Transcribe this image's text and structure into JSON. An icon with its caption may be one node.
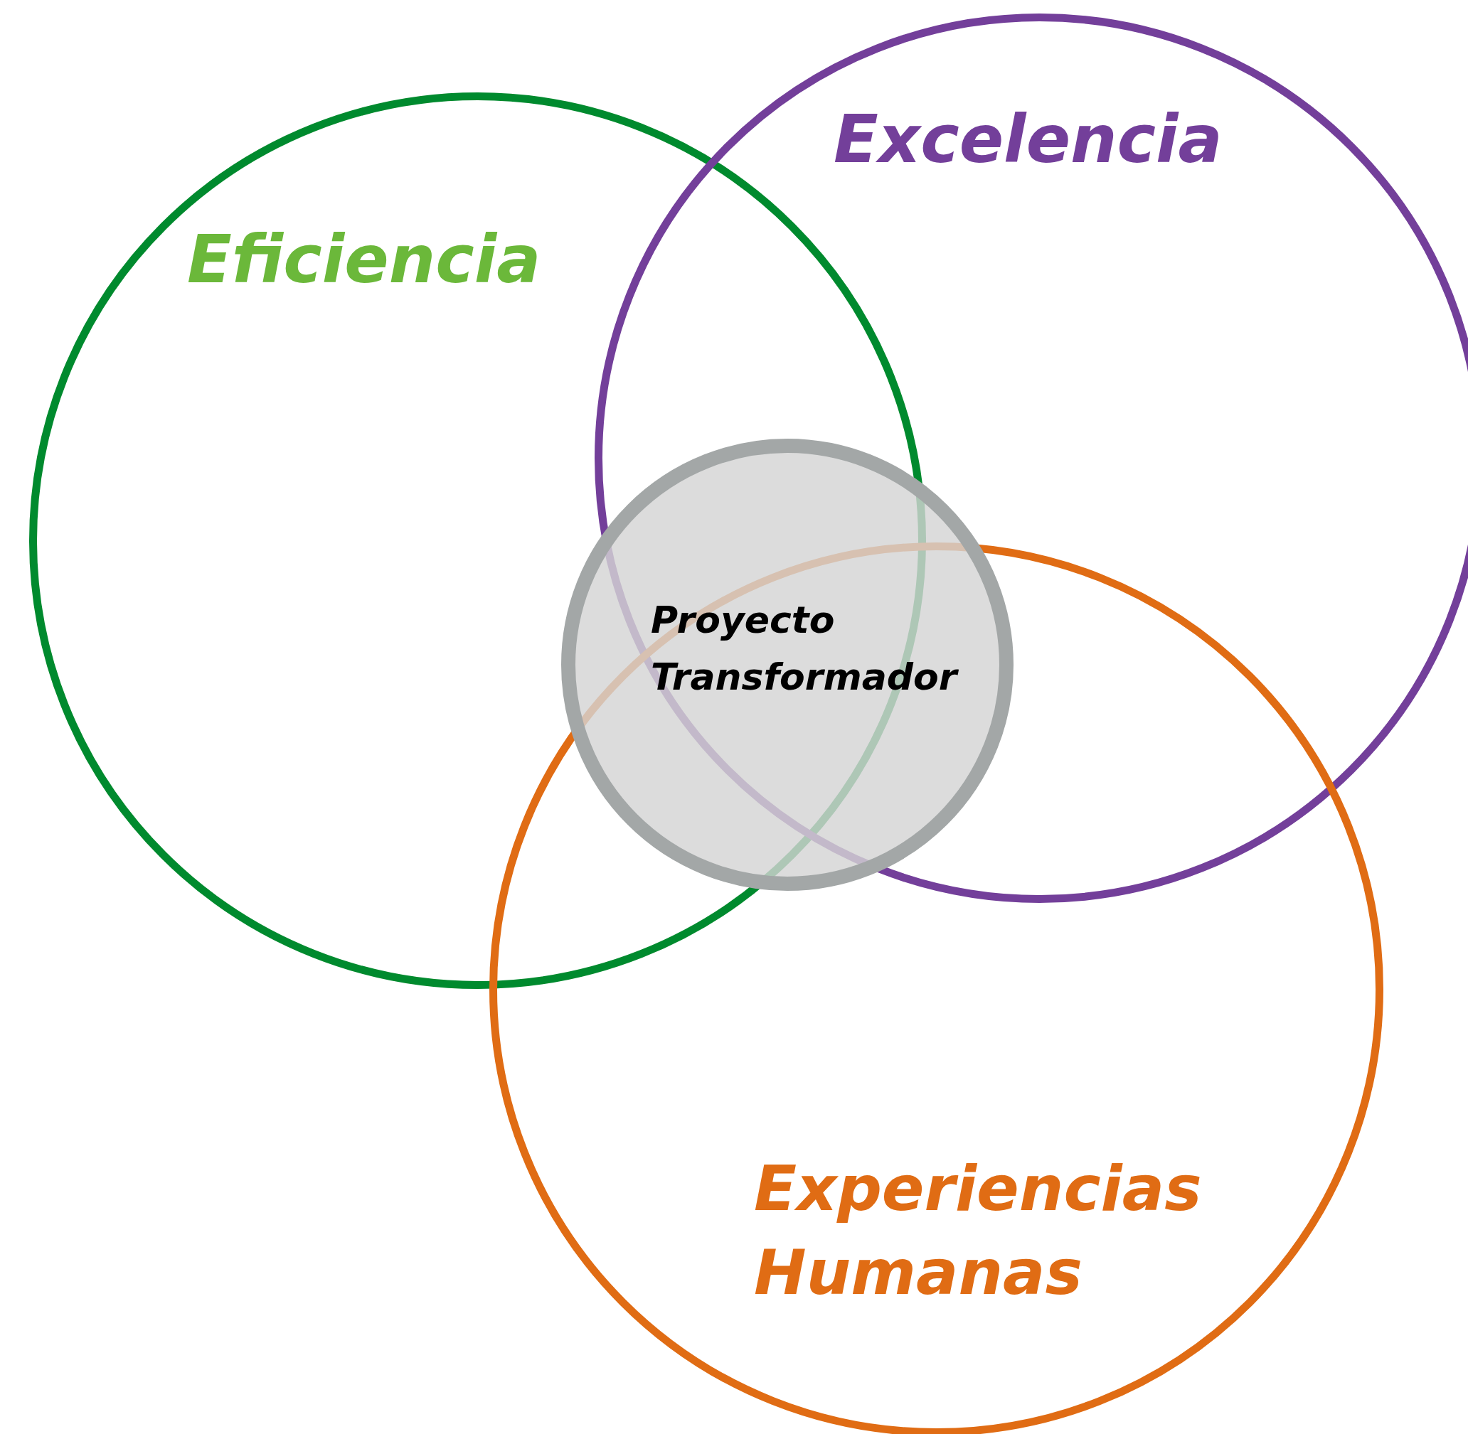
{
  "diagram": {
    "nodes": [
      {
        "text": [
          "Excelencia"
        ]
      },
      {
        "text": [
          "Eficiencia"
        ]
      },
      {
        "text": [
          "Proyecto Transformador"
        ]
      },
      {
        "text": [
          "Experiencias Humanas"
        ]
      }
    ]
  }
}
